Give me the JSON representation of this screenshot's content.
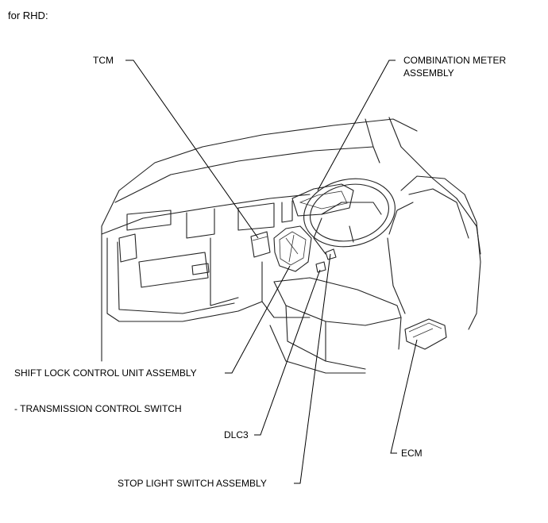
{
  "title": "for RHD:",
  "labels": {
    "tcm": "TCM",
    "combination_meter_line1": "COMBINATION METER",
    "combination_meter_line2": "ASSEMBLY",
    "shift_lock": "SHIFT LOCK CONTROL UNIT ASSEMBLY",
    "transmission_switch": "- TRANSMISSION CONTROL SWITCH",
    "dlc3": "DLC3",
    "ecm": "ECM",
    "stop_light": "STOP LIGHT SWITCH ASSEMBLY"
  }
}
